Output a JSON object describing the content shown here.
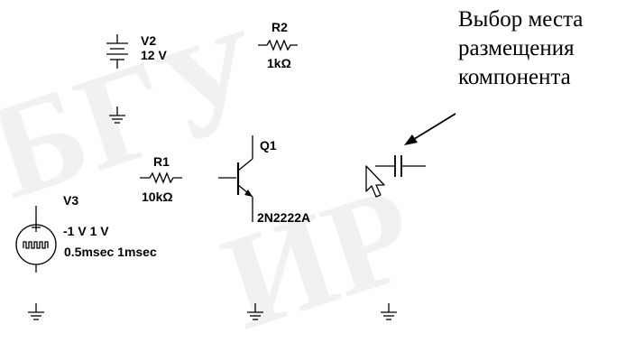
{
  "components": {
    "v2": {
      "name": "V2",
      "value": "12 V"
    },
    "r2": {
      "name": "R2",
      "value": "1kΩ"
    },
    "r1": {
      "name": "R1",
      "value": "10kΩ"
    },
    "q1": {
      "name": "Q1",
      "model": "2N2222A"
    },
    "v3": {
      "name": "V3",
      "amplitude": "-1 V 1 V",
      "timing": "0.5msec 1msec"
    }
  },
  "annotation": {
    "lines": [
      "Выбор места",
      "размещения",
      "компонента"
    ]
  },
  "colors": {
    "ink": "#000000",
    "background": "#ffffff",
    "watermark": "#f1f1f1"
  }
}
